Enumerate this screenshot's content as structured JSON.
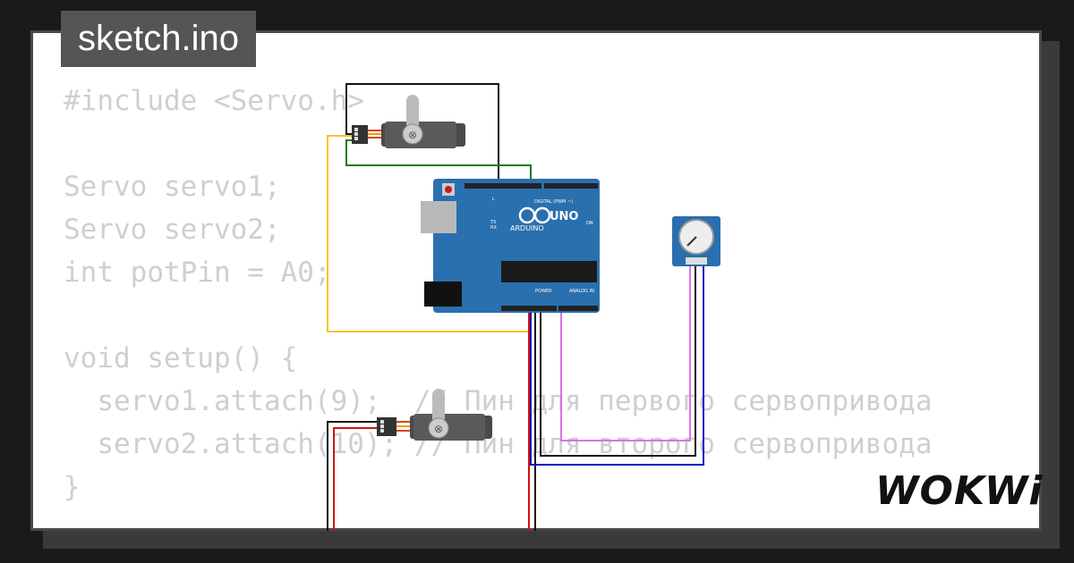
{
  "title": "sketch.ino",
  "code_lines": [
    "#include <Servo.h>",
    "",
    "Servo servo1;",
    "Servo servo2;",
    "int potPin = A0;",
    "",
    "void setup() {",
    "  servo1.attach(9);  // Пин для первого сервопривода",
    "  servo2.attach(10); // Пин для второго сервопривода",
    "}"
  ],
  "board": {
    "brand": "ARDUINO",
    "model": "UNO",
    "digital_label": "DIGITAL (PWM ~)",
    "power_label": "POWER",
    "analog_label": "ANALOG IN",
    "on_label": "ON",
    "tx_label": "TX",
    "rx_label": "RX",
    "l_label": "L"
  },
  "logo": "WOKWi",
  "colors": {
    "board": "#2a6fae",
    "wire_black": "#111111",
    "wire_red": "#d01010",
    "wire_green": "#1a7a1a",
    "wire_yellow": "#f4c430",
    "wire_violet": "#e070e0",
    "wire_blue": "#1010c0"
  }
}
